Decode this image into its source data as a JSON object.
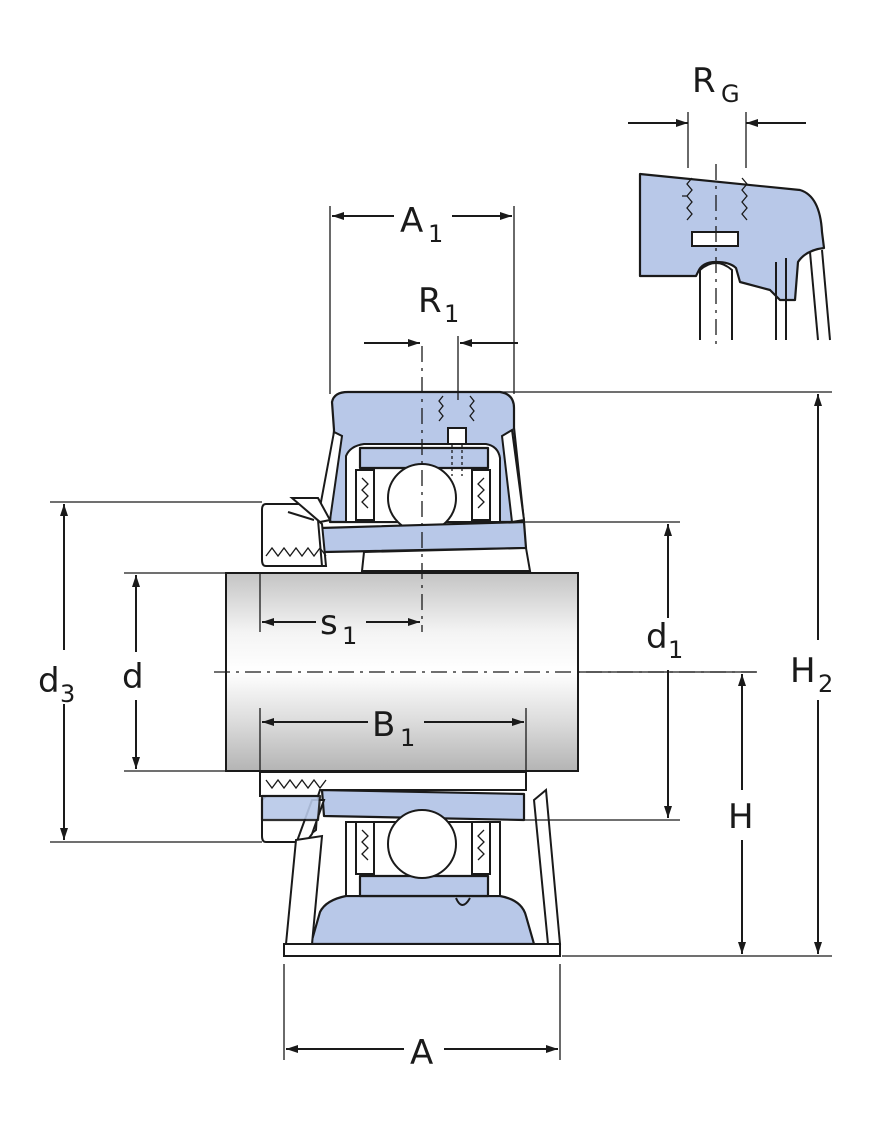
{
  "dimensions": {
    "RG": {
      "main": "R",
      "sub": "G"
    },
    "A1": {
      "main": "A",
      "sub": "1"
    },
    "R1": {
      "main": "R",
      "sub": "1"
    },
    "d3": {
      "main": "d",
      "sub": "3"
    },
    "d": {
      "main": "d"
    },
    "s1": {
      "main": "s",
      "sub": "1"
    },
    "d1": {
      "main": "d",
      "sub": "1"
    },
    "H2": {
      "main": "H",
      "sub": "2"
    },
    "B1": {
      "main": "B",
      "sub": "1"
    },
    "H": {
      "main": "H"
    },
    "A": {
      "main": "A"
    }
  },
  "colors": {
    "housing": "#b8c8e8",
    "shaft_light": "#f2f2f2",
    "shaft_dark": "#b9b9b9",
    "line": "#1a1a1a"
  }
}
